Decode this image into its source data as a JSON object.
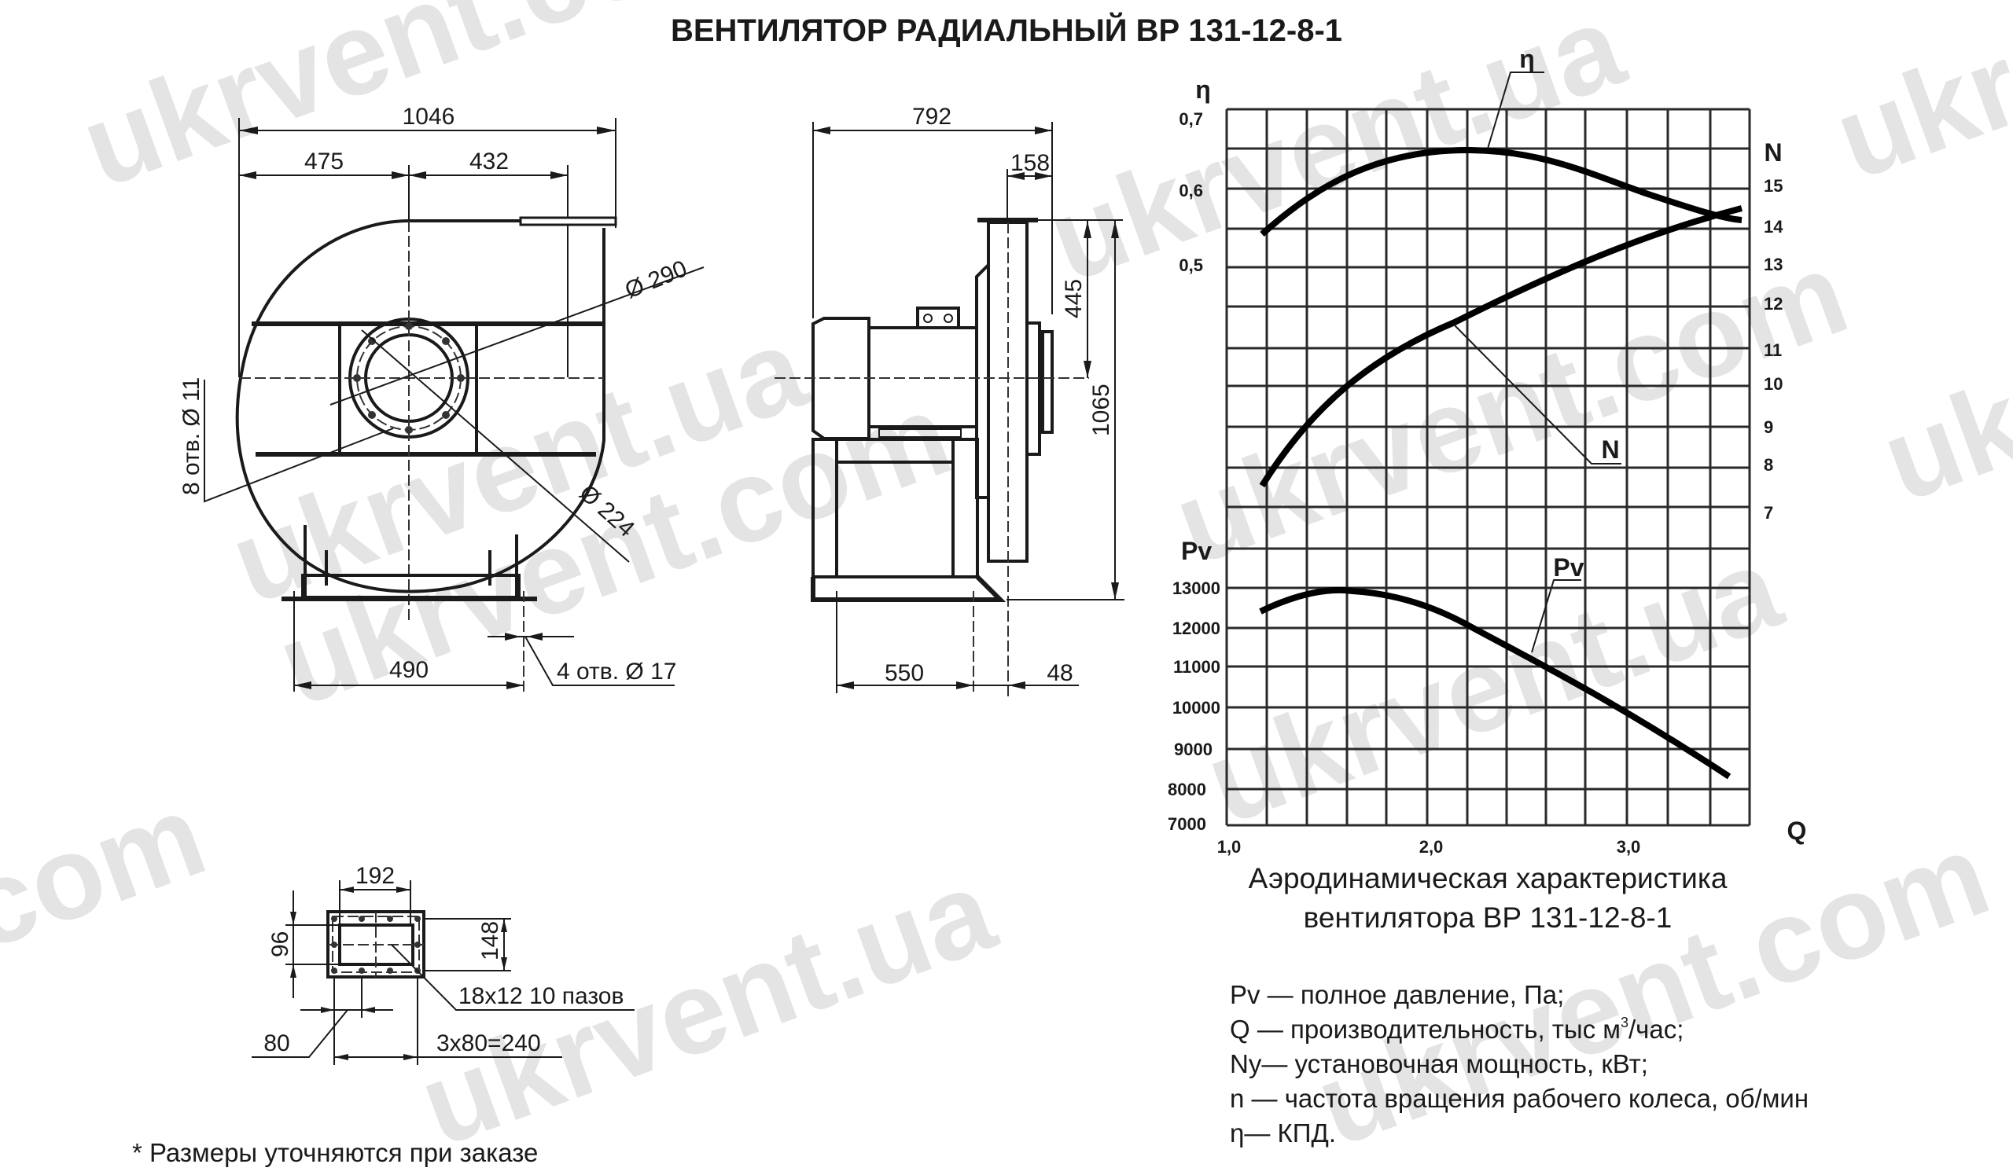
{
  "title": "ВЕНТИЛЯТОР РАДИАЛЬНЫЙ ВР 131-12-8-1",
  "watermarks": [
    "ukrvent.com",
    "ukrvent.ua",
    "ukrvent.com",
    "com",
    "ukrvent.ua",
    "ukrvent.ua",
    "ukrvent.com",
    "ukrvent.ua",
    "ukr",
    "ukrvent.com",
    "ukr"
  ],
  "front_view": {
    "dim_overall_width": "1046",
    "dim_left": "475",
    "dim_right": "432",
    "dia_outer": "Ø 290",
    "dia_inner": "Ø 224",
    "holes_label": "8 отв.  Ø 11",
    "dim_base": "490",
    "base_holes_label": "4 отв. Ø 17"
  },
  "side_view": {
    "dim_overall_length": "792",
    "dim_outlet": "158",
    "dim_axis_height": "445",
    "dim_total_height": "1065",
    "dim_base": "550",
    "dim_offset": "48"
  },
  "outlet_flange": {
    "dim_width": "192",
    "dim_height_inner": "96",
    "dim_height_outer": "148",
    "slots_label": "18x12 10 пазов",
    "dim_pitch": "80",
    "dim_pitch_total": "3x80=240"
  },
  "footnote": "* Размеры уточняются при заказе",
  "chart": {
    "eta_axis_label": "η",
    "n_axis_label": "N",
    "pv_axis_label": "Pv",
    "q_axis_label": "Q",
    "eta_ticks": [
      "0,7",
      "0,6",
      "0,5"
    ],
    "n_ticks": [
      "15",
      "14",
      "13",
      "12",
      "11",
      "10",
      "9",
      "8",
      "7"
    ],
    "pv_ticks": [
      "13000",
      "12000",
      "11000",
      "10000",
      "9000",
      "8000",
      "7000"
    ],
    "q_ticks": [
      "1,0",
      "2,0",
      "3,0"
    ],
    "curve_label_eta": "η",
    "curve_label_n": "N",
    "curve_label_pv": "Pv",
    "caption_line1": "Аэродинамическая характеристика",
    "caption_line2": "вентилятора  ВР 131-12-8-1"
  },
  "legend": {
    "pv": "Pv — полное давление, Па;",
    "q_prefix": "Q  — производительность, тыс м",
    "q_sup": "3",
    "q_suffix": "/час;",
    "ny": "Ny— установочная мощность, кВт;",
    "n": "n — частота вращения рабочего колеса, об/мин",
    "eta": "η— КПД."
  },
  "chart_data": {
    "type": "line",
    "title": "Аэродинамическая характеристика вентилятора ВР 131-12-8-1",
    "xlabel": "Q, тыс м3/час",
    "xlim": [
      1.0,
      3.6
    ],
    "x_ticks": [
      1.0,
      2.0,
      3.0
    ],
    "grid": true,
    "series": [
      {
        "name": "Pv",
        "ylabel": "Pv, Па",
        "ylim": [
          7000,
          13000
        ],
        "x": [
          1.17,
          1.4,
          1.6,
          1.8,
          2.0,
          2.2,
          2.4,
          2.6,
          2.8,
          3.0,
          3.2,
          3.4,
          3.55
        ],
        "values": [
          12420,
          12780,
          12920,
          12870,
          12520,
          12100,
          11630,
          11060,
          10480,
          9960,
          9300,
          8700,
          8300
        ]
      },
      {
        "name": "η",
        "ylabel": "η (КПД)",
        "ylim": [
          0.5,
          0.7
        ],
        "x": [
          1.17,
          1.4,
          1.6,
          1.8,
          2.0,
          2.2,
          2.4,
          2.6,
          2.8,
          3.0,
          3.2,
          3.4,
          3.55
        ],
        "values": [
          0.54,
          0.583,
          0.612,
          0.632,
          0.644,
          0.649,
          0.646,
          0.637,
          0.622,
          0.604,
          0.59,
          0.574,
          0.567
        ]
      },
      {
        "name": "N",
        "ylabel": "N, кВт",
        "ylim": [
          7,
          15
        ],
        "x": [
          1.17,
          1.4,
          1.6,
          1.8,
          2.0,
          2.2,
          2.4,
          2.6,
          2.8,
          3.0,
          3.2,
          3.4,
          3.55
        ],
        "values": [
          7.6,
          8.9,
          9.9,
          10.7,
          11.3,
          11.8,
          12.3,
          12.8,
          13.2,
          13.6,
          13.95,
          14.25,
          14.45
        ]
      }
    ]
  }
}
